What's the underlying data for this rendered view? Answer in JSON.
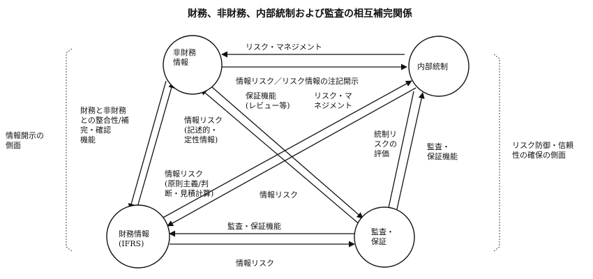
{
  "title": "財務、非財務、内部統制および監査の相互補完関係",
  "nodes": {
    "nonfin": [
      "非財務",
      "情報"
    ],
    "ic": [
      "内部統制"
    ],
    "fin": [
      "財務情報",
      "(IFRS)"
    ],
    "audit": [
      "監査・",
      "保証"
    ]
  },
  "labels": {
    "risk_mgmt_top": [
      "リスク・マネジメント"
    ],
    "risk_info_note": [
      "情報リスク／リスク情報の注記開示"
    ],
    "assurance_review": [
      "保証機能",
      "(レビュー等)"
    ],
    "risk_mgmt_diag": [
      "リスク・マ",
      "ネジメント"
    ],
    "consistency": [
      "財務と非財務",
      "との整合性/補",
      "完・確認",
      "機能"
    ],
    "info_risk_descriptive": [
      "情報リスク",
      "(記述的・",
      "定性情報)"
    ],
    "ic_risk_eval": [
      "統制リ",
      "スクの",
      "評価"
    ],
    "audit_assurance_right": [
      "監査・",
      "保証機能"
    ],
    "info_risk_principle": [
      "情報リスク",
      "(原則主義/判",
      "断・見積計算)"
    ],
    "info_risk_mid": [
      "情報リスク"
    ],
    "audit_assurance_bottom": [
      "監査・保証機能"
    ],
    "info_risk_bottom": [
      "情報リスク"
    ]
  },
  "side_left": [
    "情報開示の",
    "側面"
  ],
  "side_right": [
    "リスク防御・信頼",
    "性の確保の側面"
  ]
}
